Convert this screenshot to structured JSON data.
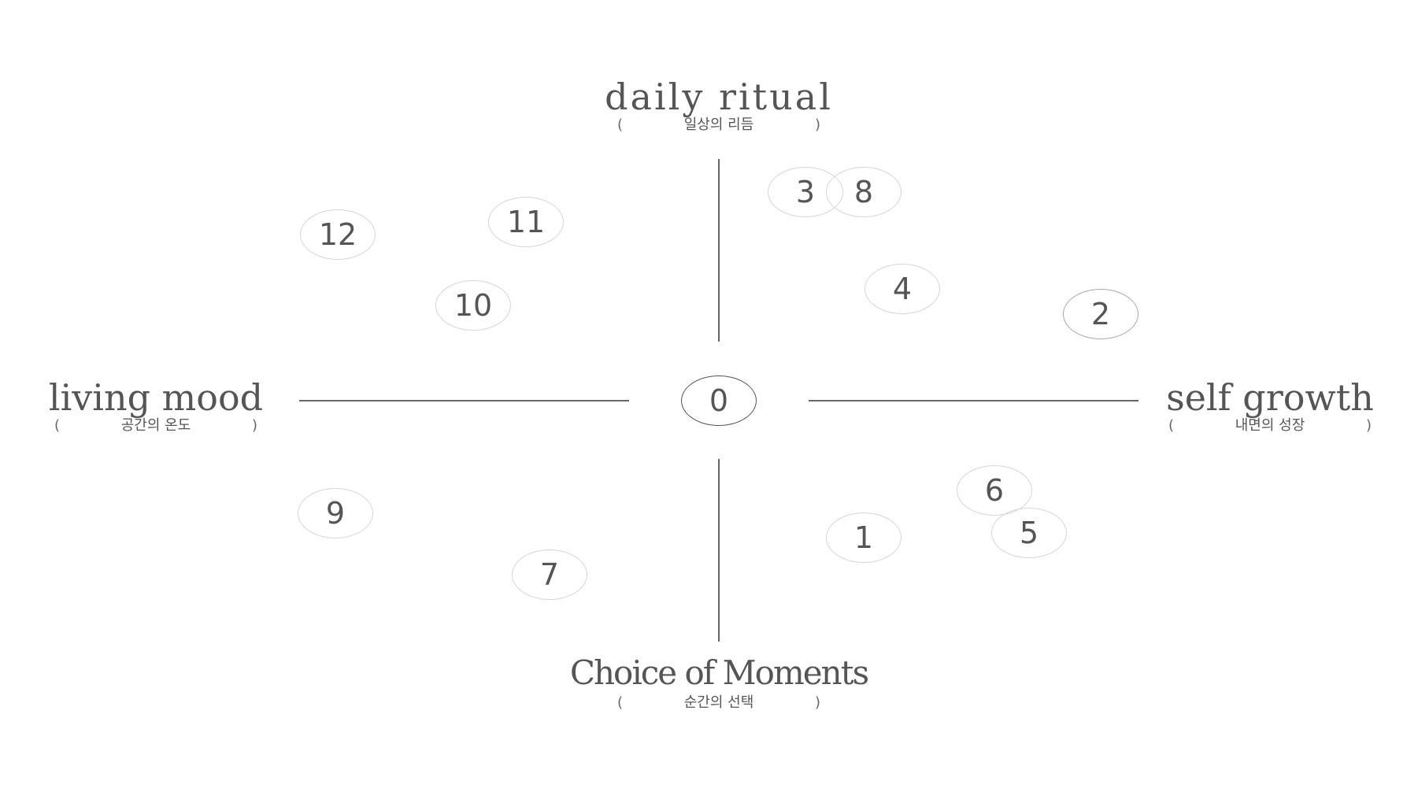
{
  "axes": {
    "top": {
      "title": "daily ritual",
      "subtitle": "일상의 리듬",
      "paren_open": "(",
      "paren_close": ")"
    },
    "bottom": {
      "title": "Choice of Moments",
      "subtitle": "순간의 선택",
      "paren_open": "(",
      "paren_close": ")"
    },
    "left": {
      "title": "living mood",
      "subtitle": "공간의 온도",
      "paren_open": "(",
      "paren_close": ")"
    },
    "right": {
      "title": "self growth",
      "subtitle": "내면의 성장",
      "paren_open": "(",
      "paren_close": ")"
    }
  },
  "center_node": {
    "label": "0"
  },
  "nodes": [
    {
      "label": "1"
    },
    {
      "label": "2"
    },
    {
      "label": "3"
    },
    {
      "label": "4"
    },
    {
      "label": "5"
    },
    {
      "label": "6"
    },
    {
      "label": "7"
    },
    {
      "label": "8"
    },
    {
      "label": "9"
    },
    {
      "label": "10"
    },
    {
      "label": "11"
    },
    {
      "label": "12"
    }
  ],
  "colors": {
    "text": "#555555",
    "axis_line": "#666666",
    "node_border": "#d6d6d6",
    "center_border": "#555555"
  }
}
